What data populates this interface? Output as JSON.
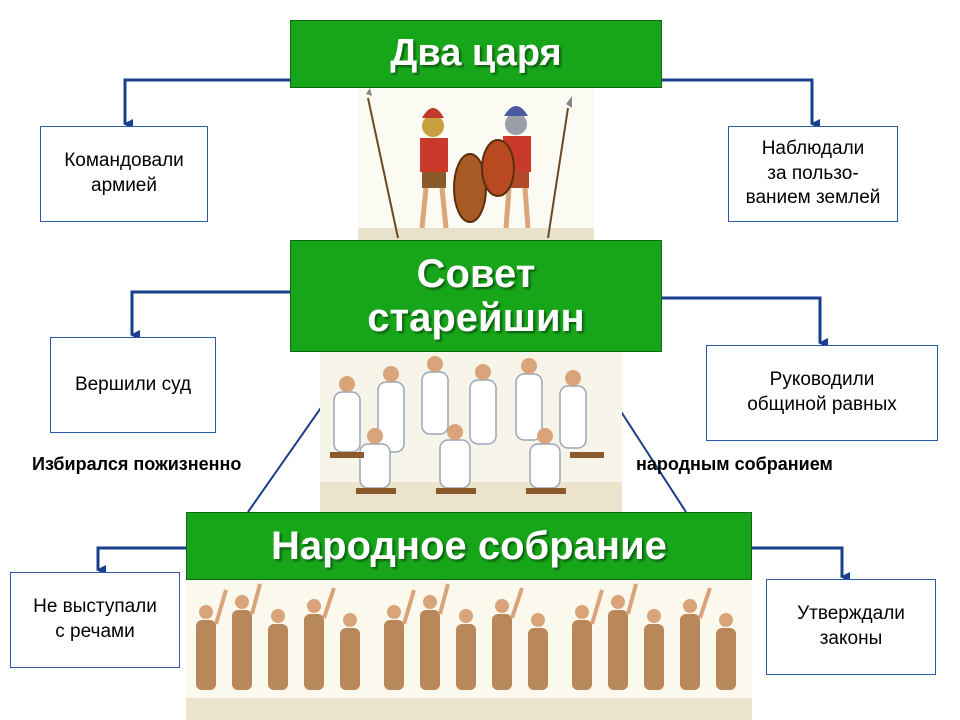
{
  "levels": {
    "kings": {
      "title": "Два царя",
      "left_note": "Командовали\nармией",
      "right_note": "Наблюдали\nза пользо-\nванием землей"
    },
    "council": {
      "title": "Совет\nстарейшин",
      "left_note": "Вершили суд",
      "right_note": "Руководили\nобщиной равных"
    },
    "assembly": {
      "title": "Народное собрание",
      "left_note": "Не выступали\nс речами",
      "right_note": "Утверждали\nзаконы"
    }
  },
  "captions": {
    "left": "Избирался пожизненно",
    "right": "народным собранием"
  },
  "colors": {
    "title_green": "#17a61a",
    "connector_blue": "#1a3f8c"
  }
}
